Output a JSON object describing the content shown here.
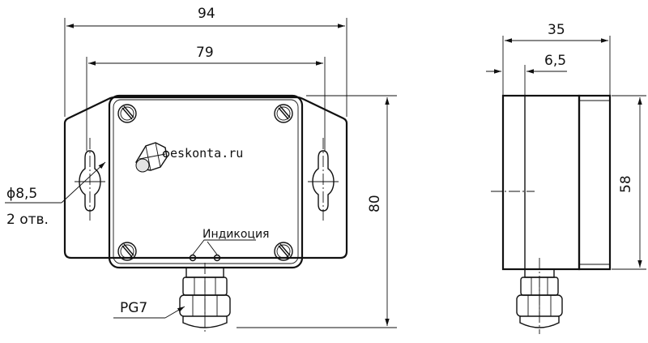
{
  "drawing": {
    "front_view": {
      "dim_overall_width": "94",
      "dim_hole_spacing": "79",
      "dim_height": "80",
      "hole_diameter_label": "ϕ8,5",
      "hole_count_label": "2 отв.",
      "gland_label": "PG7",
      "indicator_label": "Индикоция",
      "brand_text": "eskonta.ru"
    },
    "side_view": {
      "dim_depth": "35",
      "dim_lid": "6,5",
      "dim_body_height": "58"
    }
  }
}
